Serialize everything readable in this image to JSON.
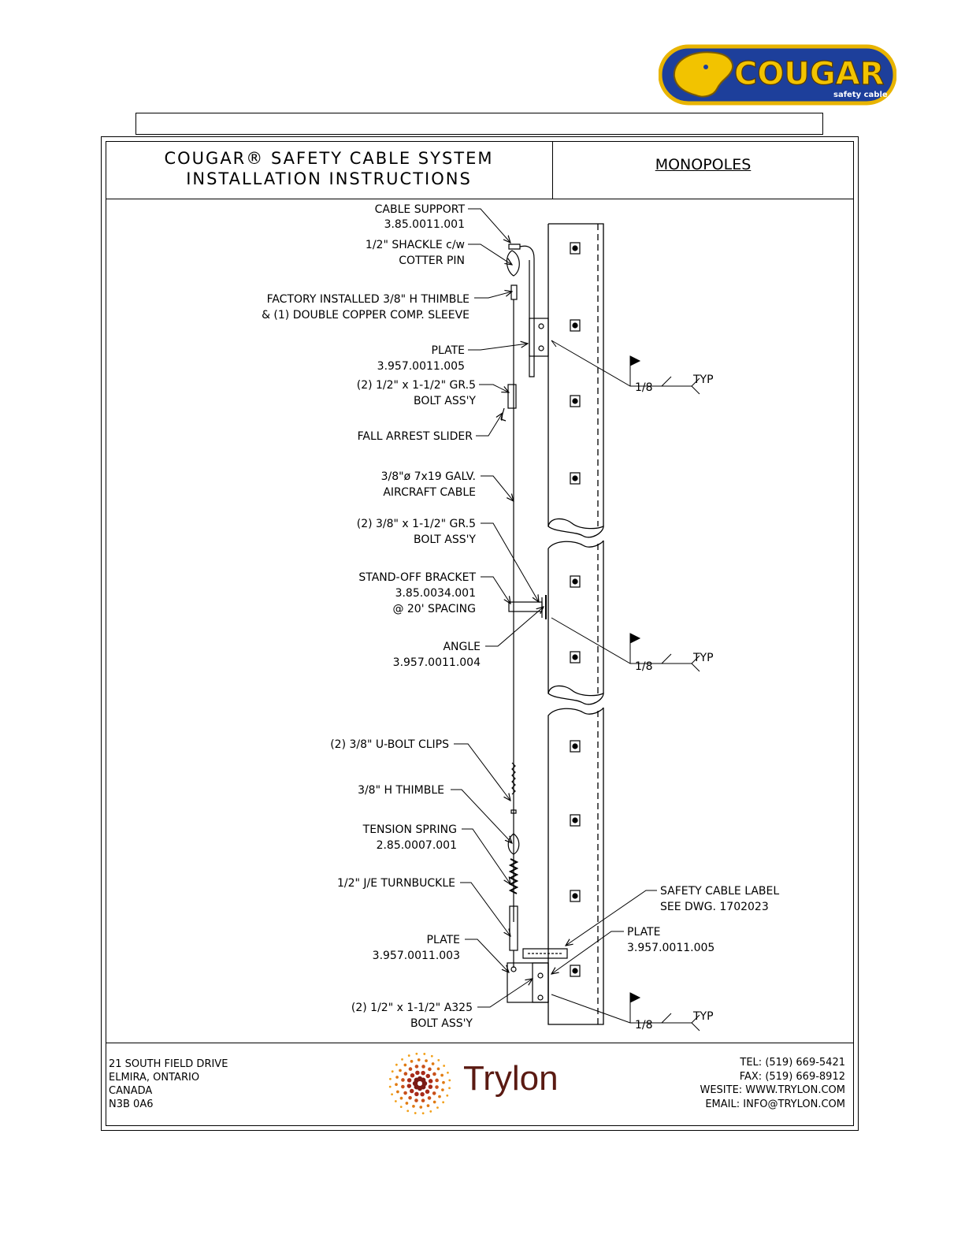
{
  "brand": {
    "cougar_word": "COUGAR",
    "cougar_tag": "safety cable"
  },
  "header": {
    "title_line1": "COUGAR® SAFETY CABLE SYSTEM",
    "title_line2": "INSTALLATION INSTRUCTIONS",
    "subject": "MONOPOLES"
  },
  "labels": {
    "cable_support": [
      "CABLE SUPPORT",
      "3.85.0011.001"
    ],
    "shackle": [
      "1/2\" SHACKLE c/w",
      "COTTER PIN"
    ],
    "thimble_factory": [
      "FACTORY INSTALLED 3/8\" H THIMBLE",
      "& (1) DOUBLE COPPER COMP. SLEEVE"
    ],
    "plate_top": [
      "PLATE",
      "3.957.0011.005"
    ],
    "bolt_top": [
      "(2) 1/2\" x 1-1/2\" GR.5",
      "BOLT ASS'Y"
    ],
    "slider": [
      "FALL ARREST SLIDER"
    ],
    "cable": [
      "3/8\"ø 7x19 GALV.",
      "AIRCRAFT CABLE"
    ],
    "bolt_mid": [
      "(2) 3/8\" x 1-1/2\" GR.5",
      "BOLT ASS'Y"
    ],
    "standoff": [
      "STAND-OFF BRACKET",
      "3.85.0034.001",
      "@ 20' SPACING"
    ],
    "angle": [
      "ANGLE",
      "3.957.0011.004"
    ],
    "ubolt": [
      "(2) 3/8\" U-BOLT CLIPS"
    ],
    "thimble": [
      "3/8\" H THIMBLE"
    ],
    "spring": [
      "TENSION SPRING",
      "2.85.0007.001"
    ],
    "turnbuckle": [
      "1/2\" J/E TURNBUCKLE"
    ],
    "plate_bottom": [
      "PLATE",
      "3.957.0011.003"
    ],
    "bolt_bottom": [
      "(2) 1/2\" x 1-1/2\" A325",
      "BOLT ASS'Y"
    ],
    "safety_label": [
      "SAFETY CABLE LABEL",
      "SEE DWG. 1702023"
    ],
    "plate_bottom_right": [
      "PLATE",
      "3.957.0011.005"
    ],
    "weld_size": "1/8",
    "weld_typ": "TYP"
  },
  "footer": {
    "address": [
      "21 SOUTH FIELD DRIVE",
      "ELMIRA, ONTARIO",
      "CANADA",
      "N3B 0A6"
    ],
    "company": "Trylon",
    "contact": [
      "TEL:  (519)  669-5421",
      "FAX:  (519)  669-8912",
      "WESITE:  WWW.TRYLON.COM",
      "EMAIL:  INFO@TRYLON.COM"
    ]
  }
}
